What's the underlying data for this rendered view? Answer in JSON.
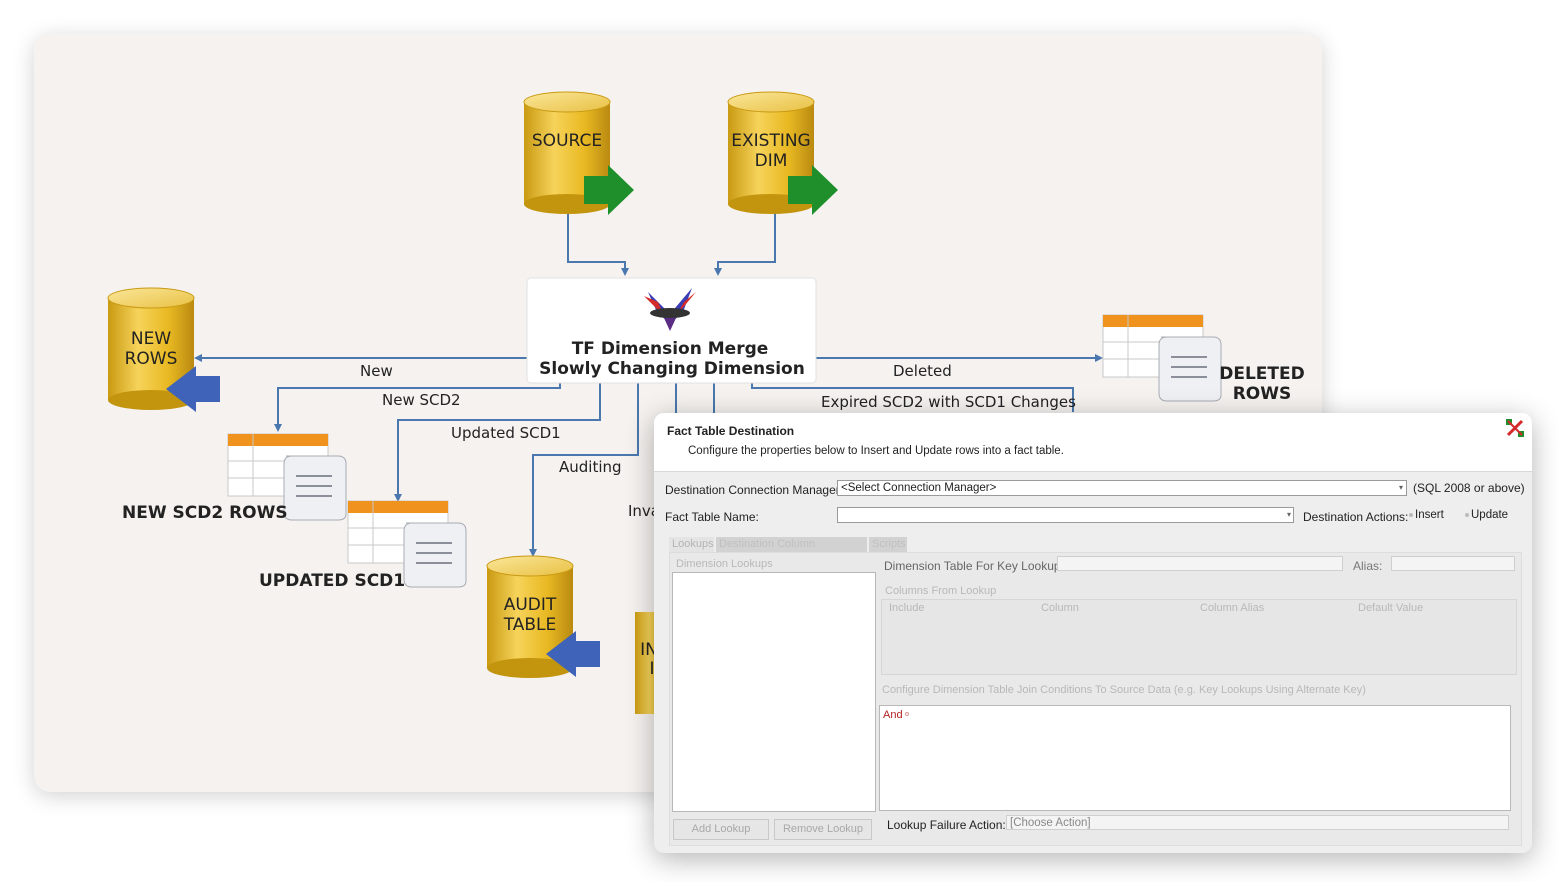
{
  "diagram": {
    "nodes": {
      "source": [
        "SOURCE"
      ],
      "existing_dim": [
        "EXISTING",
        "DIM"
      ],
      "new_rows": [
        "NEW",
        "ROWS"
      ],
      "audit_table": [
        "AUDIT",
        "TABLE"
      ],
      "invalid_partial": [
        "IN",
        "I"
      ]
    },
    "center_title": [
      "TF Dimension Merge",
      "Slowly Changing Dimension"
    ],
    "flows": {
      "new": "New",
      "new_scd2": "New SCD2",
      "updated_scd1": "Updated SCD1",
      "auditing": "Auditing",
      "invalid_partial": "Inva",
      "deleted": "Deleted",
      "expired": "Expired SCD2 with SCD1 Changes"
    },
    "outputs": {
      "new_scd2_rows": "NEW SCD2 ROWS",
      "updated_scd1": "UPDATED SCD1",
      "deleted_rows": [
        "DELETED",
        "ROWS"
      ]
    },
    "colors": {
      "cylinder": "#e6b81d",
      "green_arrow": "#1f8f2b",
      "blue_arrow": "#3f63b8",
      "connector": "#4a78ae",
      "table_header": "#f0921e"
    }
  },
  "dialog": {
    "title": "Fact Table Destination",
    "subtitle": "Configure the properties below to Insert and Update rows into a fact table.",
    "dest_conn_label": "Destination Connection Manager:",
    "dest_conn_value": "<Select Connection Manager>",
    "sql_note": "(SQL 2008 or above)",
    "fact_table_label": "Fact Table Name:",
    "fact_table_value": "",
    "dest_actions_label": "Destination Actions:",
    "insert_label": "Insert",
    "update_label": "Update",
    "tabs": [
      "Lookups",
      "Destination Column Mappings",
      "Scripts"
    ],
    "dimension_lookups_label": "Dimension Lookups",
    "dim_table_label": "Dimension Table For Key Lookup:",
    "alias_label": "Alias:",
    "columns_from_lookup_label": "Columns From Lookup",
    "grid_headers": [
      "Include",
      "Column",
      "Column Alias",
      "Default Value"
    ],
    "join_label": "Configure Dimension Table Join Conditions To Source Data (e.g. Key Lookups Using Alternate Key)",
    "join_and": "And",
    "add_lookup": "Add Lookup",
    "remove_lookup": "Remove Lookup",
    "lookup_failure_label": "Lookup Failure Action:",
    "lookup_failure_value": "[Choose Action]"
  }
}
